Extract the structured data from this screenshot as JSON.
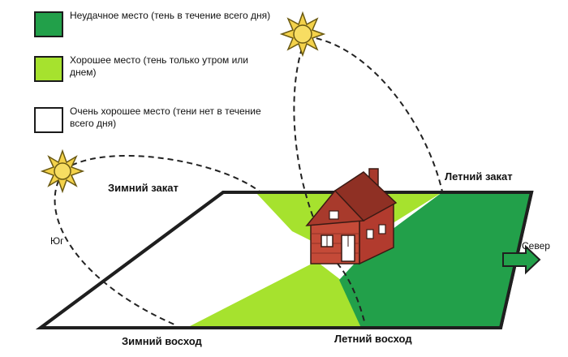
{
  "legend": [
    {
      "text": "Неудачное место (тень в течение всего дня)",
      "color": "#22a04a"
    },
    {
      "text": "Хорошее место (тень только утром или днем)",
      "color": "#a6e22e"
    },
    {
      "text": "Очень хорошее место (тени нет в течение всего дня)",
      "color": "#ffffff"
    }
  ],
  "labels": {
    "winter_sunset": "Зимний закат",
    "summer_sunset": "Летний закат",
    "south": "Юг",
    "north": "Север",
    "winter_sunrise": "Зимний восход",
    "summer_sunrise": "Летний восход"
  },
  "colors": {
    "ground_outline": "#1f1f1f",
    "dark_green": "#22a04a",
    "light_green": "#a6e22e",
    "sun_fill": "#f4d24a",
    "brick": "#b23b2e",
    "roof": "#a83a2c"
  },
  "icons": [
    "sun-icon",
    "house-icon",
    "north-arrow-icon"
  ]
}
